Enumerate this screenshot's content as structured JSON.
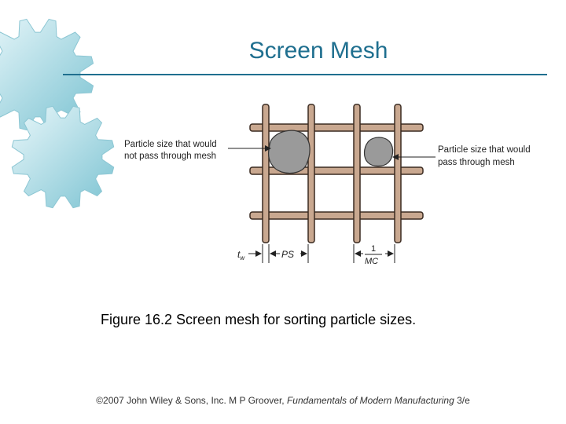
{
  "slide": {
    "title": "Screen Mesh",
    "caption": "Figure 16.2  Screen mesh for sorting particle sizes.",
    "footer": {
      "prefix": "©2007 John Wiley & Sons, Inc.  M P Groover, ",
      "book": "Fundamentals of Modern Manufacturing",
      "suffix": " 3/e"
    }
  },
  "figure": {
    "label_left_line1": "Particle size that would",
    "label_left_line2": "not pass through mesh",
    "label_right_line1": "Particle size that would",
    "label_right_line2": "pass through mesh",
    "dim_tw": "t",
    "dim_tw_sub": "w",
    "dim_ps": "PS",
    "dim_mc_num": "1",
    "dim_mc_den": "MC"
  },
  "colors": {
    "title": "#1f6f8f",
    "wire_fill": "#c9a890",
    "wire_stroke": "#3a2a20",
    "particle_fill": "#9a9a9a",
    "gear_fill": "#9fd4df"
  },
  "icons": [
    "gear-icon",
    "gear-icon"
  ]
}
